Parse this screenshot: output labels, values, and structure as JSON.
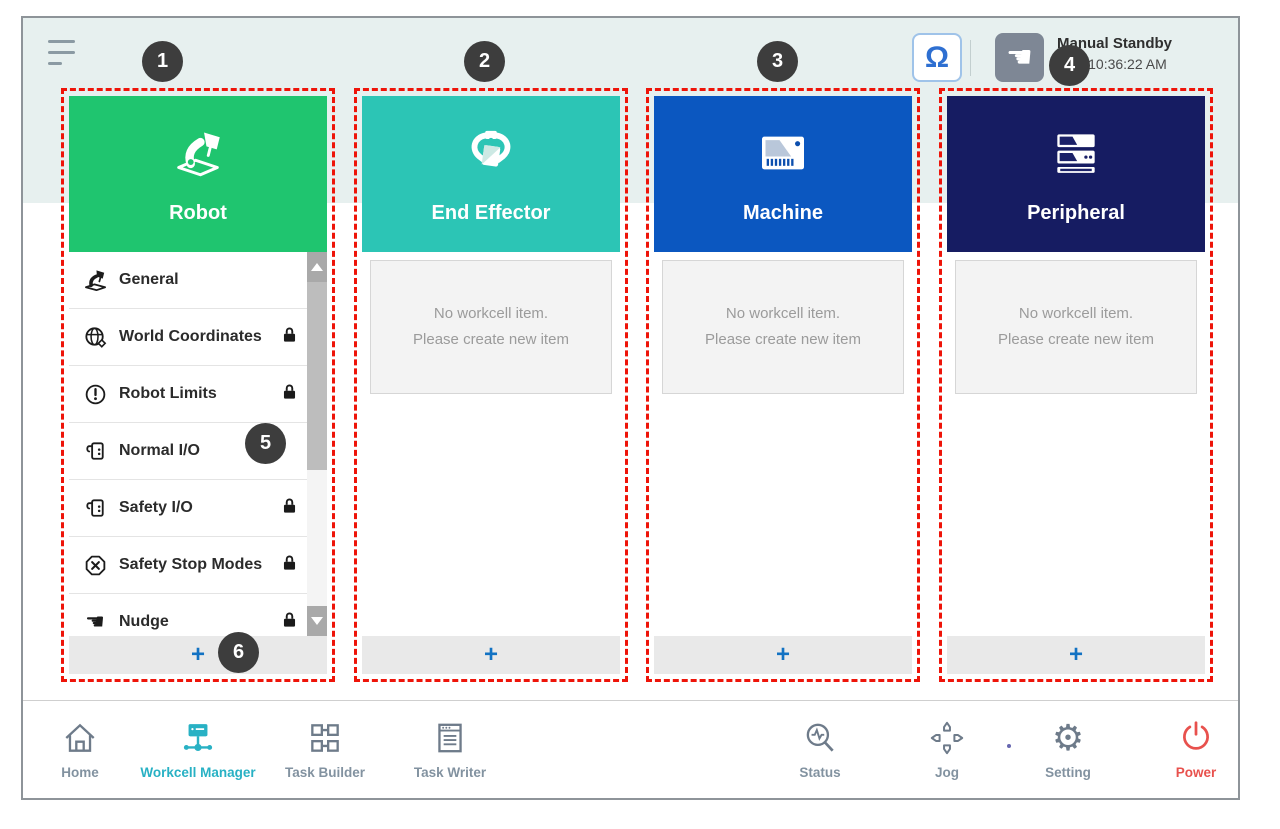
{
  "topbar": {
    "menu_icon": "hamburger-icon",
    "robot_button_icon": "cobot-icon",
    "hand_button_icon": "teach-hand-icon",
    "status_mode": "Manual Standby",
    "status_time": "2.22 10:36:22 AM"
  },
  "callouts": [
    {
      "n": "1"
    },
    {
      "n": "2"
    },
    {
      "n": "3"
    },
    {
      "n": "4"
    },
    {
      "n": "5"
    },
    {
      "n": "6"
    }
  ],
  "columns": [
    {
      "title": "Robot",
      "icon": "robot-arm-icon",
      "color": "#1fc56f",
      "items": [
        {
          "label": "General",
          "icon": "robot-arm-icon",
          "locked": false
        },
        {
          "label": "World Coordinates",
          "icon": "globe-icon",
          "locked": true
        },
        {
          "label": "Robot Limits",
          "icon": "alert-circle-icon",
          "locked": true
        },
        {
          "label": "Normal I/O",
          "icon": "io-board-icon",
          "locked": false
        },
        {
          "label": "Safety I/O",
          "icon": "io-board-icon",
          "locked": true
        },
        {
          "label": "Safety Stop Modes",
          "icon": "stop-cross-icon",
          "locked": true
        },
        {
          "label": "Nudge",
          "icon": "nudge-hand-icon",
          "locked": true
        }
      ]
    },
    {
      "title": "End Effector",
      "icon": "gripper-icon",
      "color": "#2cc5b5"
    },
    {
      "title": "Machine",
      "icon": "machine-icon",
      "color": "#0b57c0"
    },
    {
      "title": "Peripheral",
      "icon": "peripheral-icon",
      "color": "#161c62"
    }
  ],
  "empty_state": {
    "line1": "No workcell item.",
    "line2": "Please create new item"
  },
  "add_label": "+",
  "footer": {
    "items": [
      {
        "label": "Home",
        "icon": "home-icon",
        "active": false
      },
      {
        "label": "Workcell Manager",
        "icon": "workcell-manager-icon",
        "active": true
      },
      {
        "label": "Task Builder",
        "icon": "task-builder-icon",
        "active": false
      },
      {
        "label": "Task Writer",
        "icon": "task-writer-icon",
        "active": false
      },
      {
        "label": "Status",
        "icon": "status-magnifier-icon",
        "active": false
      },
      {
        "label": "Jog",
        "icon": "jog-dpad-icon",
        "active": false
      },
      {
        "label": "Setting",
        "icon": "gear-icon",
        "active": false
      },
      {
        "label": "Power",
        "icon": "power-icon",
        "active": false
      }
    ]
  },
  "colors": {
    "robot": "#1fc56f",
    "end_effector": "#2cc5b5",
    "machine": "#0b57c0",
    "peripheral": "#161c62",
    "active_nav": "#28b1c4",
    "power": "#e8514d",
    "callout_bg": "#3d3d3d",
    "annotation_dashed": "#ee1409",
    "add_plus": "#1272c3",
    "topband": "#e7f0ef"
  }
}
